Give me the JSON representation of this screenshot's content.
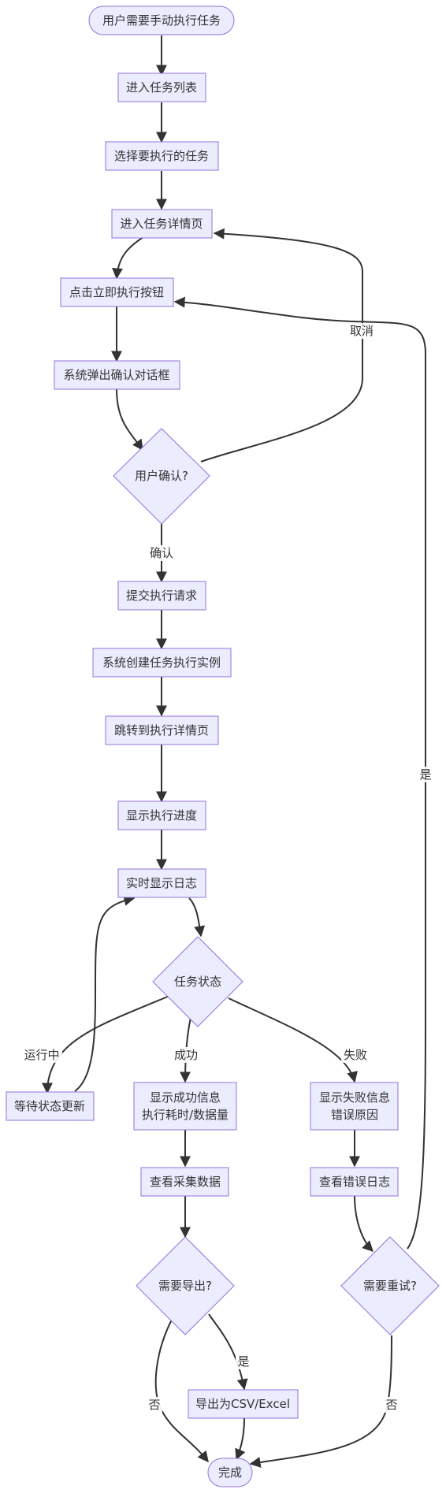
{
  "nodes": {
    "start": "用户需要手动执行任务",
    "task_list": "进入任务列表",
    "select_task": "选择要执行的任务",
    "task_detail": "进入任务详情页",
    "click_execute": "点击立即执行按钮",
    "confirm_dialog": "系统弹出确认对话框",
    "user_confirm": "用户确认?",
    "submit_request": "提交执行请求",
    "create_instance": "系统创建任务执行实例",
    "goto_exec_detail": "跳转到执行详情页",
    "show_progress": "显示执行进度",
    "realtime_log": "实时显示日志",
    "task_status": "任务状态",
    "wait_update": "等待状态更新",
    "success_info_line1": "显示成功信息",
    "success_info_line2": "执行耗时/数据量",
    "fail_info_line1": "显示失败信息",
    "fail_info_line2": "错误原因",
    "view_data": "查看采集数据",
    "view_error_log": "查看错误日志",
    "need_export": "需要导出?",
    "need_retry": "需要重试?",
    "export": "导出为CSV/Excel",
    "done": "完成"
  },
  "edge_labels": {
    "cancel": "取消",
    "confirm": "确认",
    "running": "运行中",
    "success": "成功",
    "fail": "失败",
    "retry_yes": "是",
    "export_yes": "是",
    "export_no": "否",
    "retry_no": "否"
  },
  "colors": {
    "node_fill": "#ececff",
    "node_stroke": "#9370db",
    "edge": "#333333",
    "text": "#333333"
  }
}
